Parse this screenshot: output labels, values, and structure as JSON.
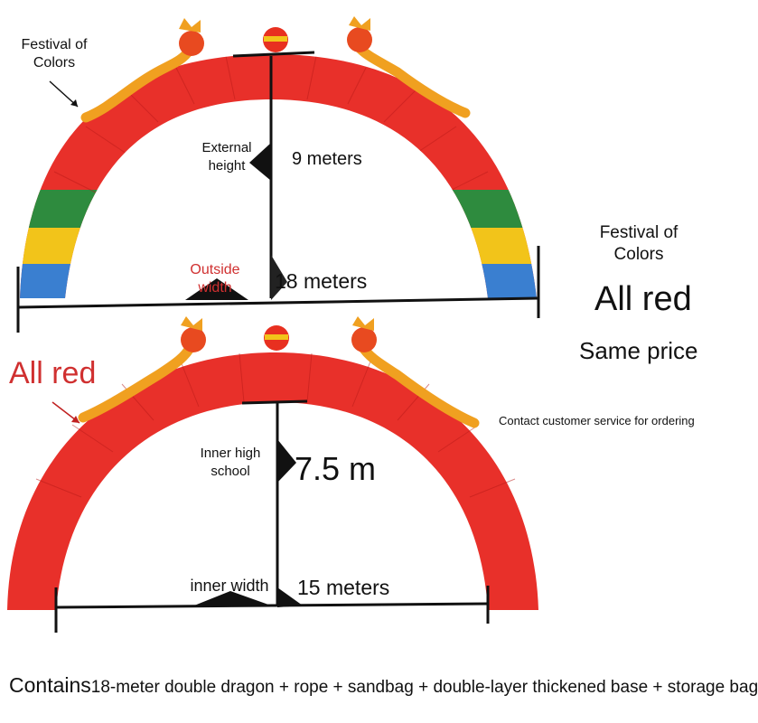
{
  "colors": {
    "arch_red": "#e8302a",
    "arch_red_dark": "#c81f1c",
    "green": "#2e8b3e",
    "yellow": "#f2c41a",
    "blue": "#3a7fd0",
    "dragon": "#f0a020",
    "accent_red_text": "#d03030"
  },
  "top_arch": {
    "annotation": "Festival of Colors",
    "height_label": "External height",
    "height_value": "9 meters",
    "width_label": "Outside width",
    "width_value": "18 meters"
  },
  "bottom_arch": {
    "annotation": "All red",
    "height_label": "Inner high school",
    "height_value": "7.5 m",
    "width_label": "inner width",
    "width_value": "15 meters"
  },
  "sidebar": {
    "title": "Festival of Colors",
    "headline": "All red",
    "subline": "Same price",
    "contact": "Contact customer service for ordering"
  },
  "footer": {
    "contains_label": "Contains",
    "contents_text": "18-meter double dragon + rope + sandbag + double-layer thickened base + storage bag"
  }
}
